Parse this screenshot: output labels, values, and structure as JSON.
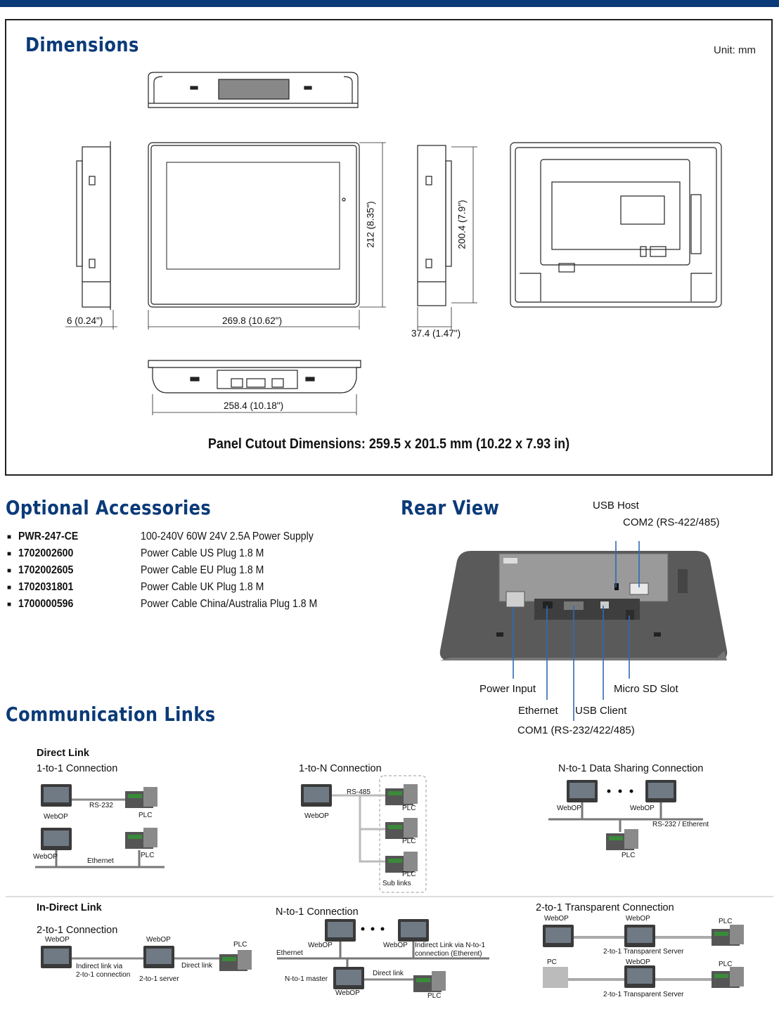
{
  "dimensions": {
    "title": "Dimensions",
    "unit": "Unit: mm",
    "dim_depth_side": "6 (0.24\")",
    "dim_width": "269.8 (10.62\")",
    "dim_height": "212 (8.35\")",
    "dim_height_rear": "200.4 (7.9\")",
    "dim_depth": "37.4 (1.47\")",
    "dim_bottom_width": "258.4 (10.18\")",
    "cutout": "Panel Cutout Dimensions: 259.5 x 201.5 mm (10.22 x 7.93 in)"
  },
  "accessories": {
    "title": "Optional Accessories",
    "items": [
      {
        "part": "PWR-247-CE",
        "desc": "100-240V 60W 24V 2.5A Power Supply"
      },
      {
        "part": "1702002600",
        "desc": "Power Cable US Plug 1.8 M"
      },
      {
        "part": "1702002605",
        "desc": "Power Cable EU Plug 1.8 M"
      },
      {
        "part": "1702031801",
        "desc": "Power Cable UK Plug 1.8 M"
      },
      {
        "part": "1700000596",
        "desc": "Power Cable China/Australia Plug 1.8 M"
      }
    ]
  },
  "rear_view": {
    "title": "Rear View",
    "labels": {
      "usb_host": "USB Host",
      "com2": "COM2 (RS-422/485)",
      "power_input": "Power Input",
      "ethernet": "Ethernet",
      "usb_client": "USB Client",
      "com1": "COM1 (RS-232/422/485)",
      "micro_sd": "Micro SD Slot"
    }
  },
  "comm": {
    "title": "Communication Links",
    "direct_link": "Direct Link",
    "one_to_one": "1-to-1 Connection",
    "one_to_n": "1-to-N Connection",
    "n_to_one_sharing": "N-to-1 Data Sharing Connection",
    "indirect_link": "In-Direct Link",
    "two_to_one": "2-to-1 Connection",
    "n_to_one": "N-to-1 Connection",
    "two_to_one_transparent": "2-to-1 Transparent Connection",
    "webop": "WebOP",
    "plc": "PLC",
    "pc": "PC",
    "rs232": "RS-232",
    "rs485": "RS-485",
    "ethernet": "Ethernet",
    "sub_links": "Sub links",
    "rs232_ethernet": "RS-232 / Etherent",
    "indirect_via_2to1": "Indirect link via\n2-to-1 connection",
    "server_2to1": "2-to-1 server",
    "direct_link_lbl": "Direct link",
    "indirect_via_nto1": "Indirect Link via N-to-1\nconnection (Etherent)",
    "nto1_master": "N-to-1 master",
    "transparent_server": "2-to-1 Transparent Server"
  }
}
